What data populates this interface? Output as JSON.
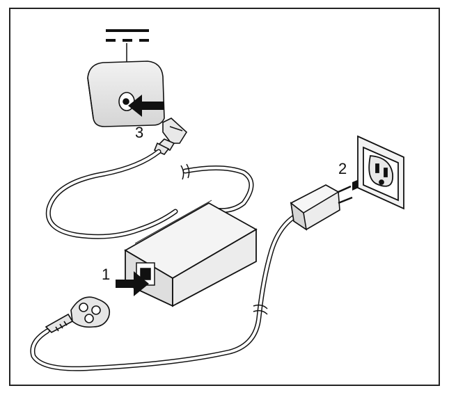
{
  "figure": {
    "dc_symbol": "dc-symbol",
    "steps": [
      {
        "number": "1",
        "target": "power-adapter-socket"
      },
      {
        "number": "2",
        "target": "wall-outlet"
      },
      {
        "number": "3",
        "target": "notebook-dc-input"
      }
    ]
  }
}
